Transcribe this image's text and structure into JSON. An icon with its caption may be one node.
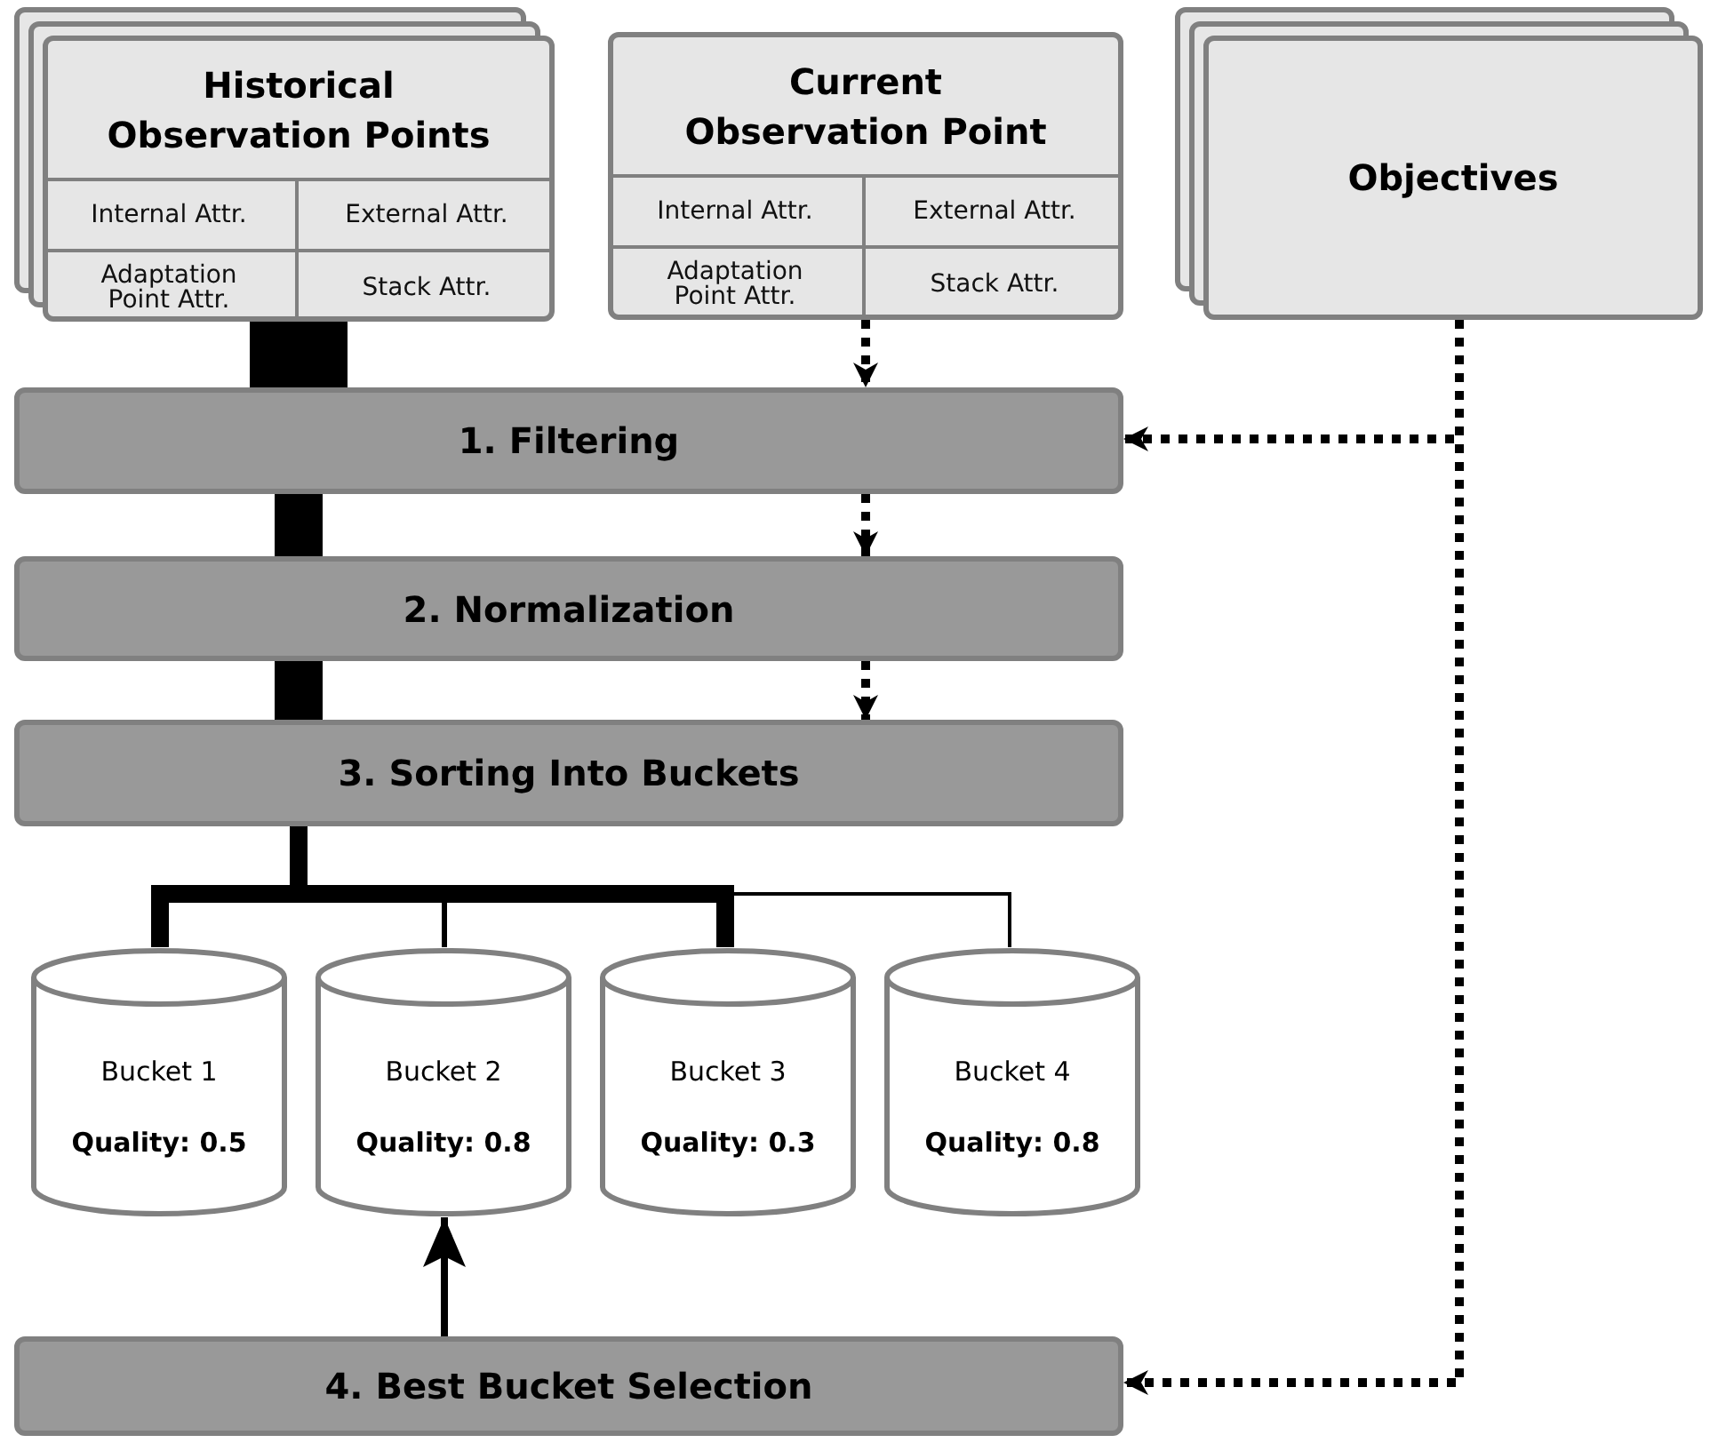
{
  "diagram": {
    "nodes": [
      {
        "text": [
          "Historical Observation Points"
        ]
      },
      {
        "text": [
          "Internal Attr."
        ],
        "in": 0
      },
      {
        "text": [
          "External Attr."
        ],
        "in": 0
      },
      {
        "text": [
          "Adaptation Point Attr."
        ],
        "in": 0
      },
      {
        "text": [
          "Stack Attr."
        ],
        "in": 0
      },
      {
        "text": [
          "Current Observation Point"
        ]
      },
      {
        "text": [
          "Internal Attr."
        ],
        "in": 5
      },
      {
        "text": [
          "External Attr."
        ],
        "in": 5
      },
      {
        "text": [
          "Adaptation Point Attr."
        ],
        "in": 5
      },
      {
        "text": [
          "Stack Attr."
        ],
        "in": 5
      },
      {
        "text": [
          "Objectives"
        ]
      },
      {
        "text": [
          "1. Filtering"
        ]
      },
      {
        "text": [
          "2. Normalization"
        ]
      },
      {
        "text": [
          "3. Sorting Into Buckets"
        ]
      },
      {
        "text": [
          "Bucket 1",
          "Quality: 0.5"
        ]
      },
      {
        "text": [
          "Bucket 2",
          "Quality: 0.8"
        ]
      },
      {
        "text": [
          "Bucket 3",
          "Quality: 0.3"
        ]
      },
      {
        "text": [
          "Bucket 4",
          "Quality: 0.8"
        ]
      },
      {
        "text": [
          "4. Best Bucket Selection"
        ]
      }
    ],
    "edges": [
      {
        "from": 0,
        "to": 11,
        "arrow": "none",
        "style": "thick"
      },
      {
        "from": 11,
        "to": 12,
        "arrow": "none",
        "style": "thick"
      },
      {
        "from": 12,
        "to": 13,
        "arrow": "none",
        "style": "thick"
      },
      {
        "from": 5,
        "to": 11,
        "arrow": "to",
        "style": "dashed"
      },
      {
        "from": 11,
        "to": 12,
        "arrow": "to",
        "style": "dashed"
      },
      {
        "from": 12,
        "to": 13,
        "arrow": "to",
        "style": "dashed"
      },
      {
        "from": 10,
        "to": 11,
        "arrow": "to",
        "style": "dashed"
      },
      {
        "from": 10,
        "to": 18,
        "arrow": "to",
        "style": "dashed"
      },
      {
        "from": 13,
        "to": 14,
        "arrow": "none",
        "style": "thick"
      },
      {
        "from": 13,
        "to": 15,
        "arrow": "none"
      },
      {
        "from": 13,
        "to": 16,
        "arrow": "none",
        "style": "thick"
      },
      {
        "from": 13,
        "to": 17,
        "arrow": "none"
      },
      {
        "from": 18,
        "to": 15,
        "arrow": "to"
      }
    ]
  }
}
